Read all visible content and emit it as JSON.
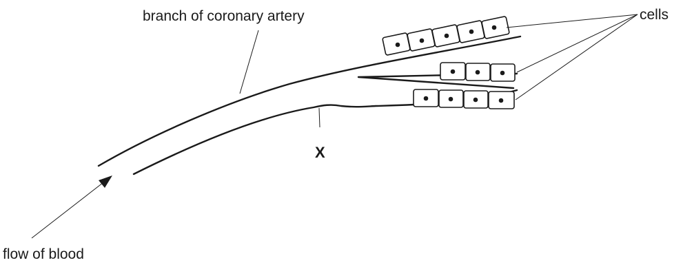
{
  "diagram": {
    "labels": {
      "artery": "branch of coronary artery",
      "cells": "cells",
      "marker": "X",
      "blood_flow": "flow of blood"
    },
    "cell_groups": [
      {
        "name": "upper-wall-cells",
        "count": 5
      },
      {
        "name": "inner-branch-cells",
        "count": 3
      },
      {
        "name": "lower-wall-cells",
        "count": 4
      }
    ]
  }
}
